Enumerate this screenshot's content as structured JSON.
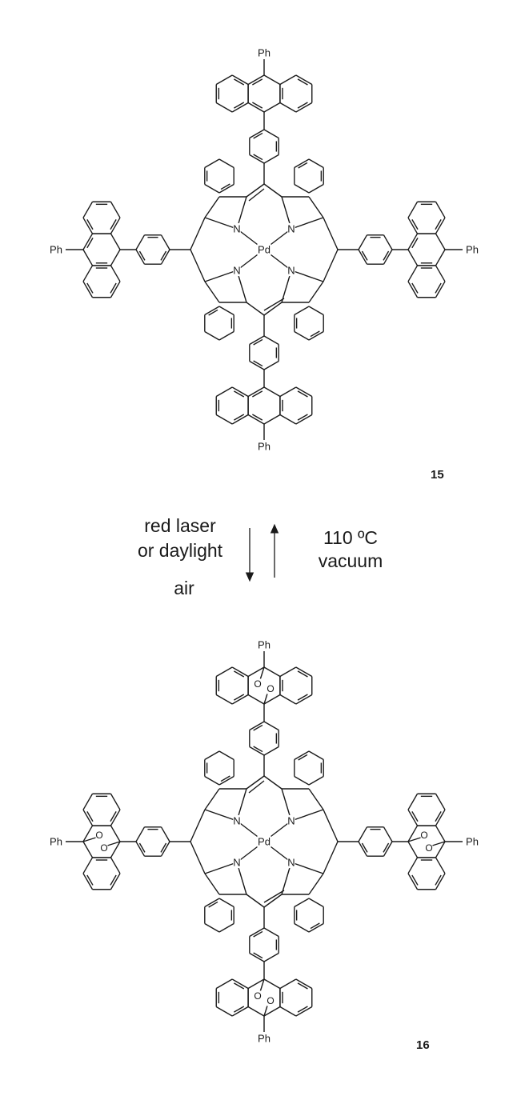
{
  "labels": {
    "ph": "Ph",
    "pd": "Pd",
    "n": "N",
    "o": "O",
    "forward_line1": "red laser",
    "forward_line2": "or daylight",
    "forward_line3": "air",
    "reverse_line1": "110 ºC",
    "reverse_line2": "vacuum",
    "compound_top": "15",
    "compound_bottom": "16"
  },
  "colors": {
    "ink": "#1a1a1a",
    "background": "#ffffff"
  }
}
